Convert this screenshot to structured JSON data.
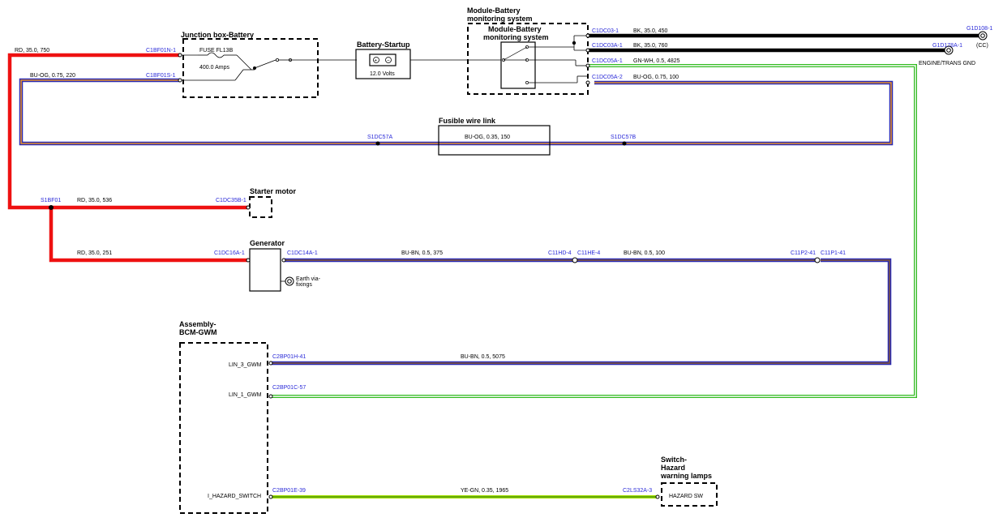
{
  "colors": {
    "red": "#ee1111",
    "blue": "#2a2ab4",
    "orange": "#e8922a",
    "black": "#000000",
    "green": "#33bb22",
    "yellow_green": "#a6e000",
    "pin_text": "#2a2ad8"
  },
  "components": {
    "junction_box": {
      "title": "Junction box-Battery",
      "fuse_name": "FUSE FL13B",
      "fuse_rating": "400.0 Amps"
    },
    "battery_startup": {
      "title": "Battery-Startup",
      "voltage": "12.0 Volts"
    },
    "bms_outer": {
      "title_1": "Module-Battery",
      "title_2": "monitoring system"
    },
    "bms_inner": {
      "title_1": "Module-Battery",
      "title_2": "monitoring system"
    },
    "fusible_link": {
      "title": "Fusible wire link",
      "spec": "BU-OG,  0.35,  150"
    },
    "starter_motor": {
      "title": "Starter motor"
    },
    "generator": {
      "title": "Generator",
      "earth_1": "Earth via-",
      "earth_2": "fixings"
    },
    "bcm": {
      "title_1": "Assembly-",
      "title_2": "BCM-GWM",
      "pin_lin3": "LIN_3_GWM",
      "pin_lin1": "LIN_1_GWM",
      "pin_hazard": "I_HAZARD_SWITCH"
    },
    "hazard_switch": {
      "title_1": "Switch-",
      "title_2": "Hazard",
      "title_3": "warning lamps",
      "label": "HAZARD SW"
    },
    "ground": {
      "g1": "G1D108-1",
      "g1_note": "(CC)",
      "g2": "G1D178A-1",
      "g2_note": "ENGINE/TRANS GND"
    }
  },
  "wires": {
    "rd_750": "RD,  35.0,  750",
    "bu_og_220": "BU-OG,  0.75,  220",
    "rd_536": "RD,  35.0,  536",
    "rd_251": "RD,  35.0,  251",
    "bk_450": "BK,  35.0,  450",
    "bk_760": "BK,  35.0,  760",
    "gn_wh_4825": "GN-WH,  0.5,  4825",
    "bu_og_100": "BU-OG,  0.75,  100",
    "bu_bn_375": "BU-BN,  0.5,  375",
    "bu_bn_100": "BU-BN,  0.5,  100",
    "bu_bn_5075": "BU-BN,  0.5,  5075",
    "ye_gn_1965": "YE-GN,  0.35,  1965"
  },
  "pins": {
    "c1bf01n": "C1BF01N-1",
    "c1bf01s": "C1BF01S-1",
    "s1bf01": "S1BF01",
    "c1dc35b": "C1DC35B-1",
    "c1dc16a": "C1DC16A-1",
    "c1dc14a": "C1DC14A-1",
    "c11hd4": "C11HD-4",
    "c11he4": "C11HE-4",
    "c11p2": "C11P2-41",
    "c11p1": "C11P1-41",
    "c1dc03": "C1DC03-1",
    "c1dc03a": "C1DC03A-1",
    "c1dc05a1": "C1DC05A-1",
    "c1dc05a2": "C1DC05A-2",
    "s1dc57a": "S1DC57A",
    "s1dc57b": "S1DC57B",
    "c2bp01h": "C2BP01H-41",
    "c2bp01c": "C2BP01C-57",
    "c2bp01e": "C2BP01E-39",
    "c2ls32a": "C2LS32A-3"
  }
}
